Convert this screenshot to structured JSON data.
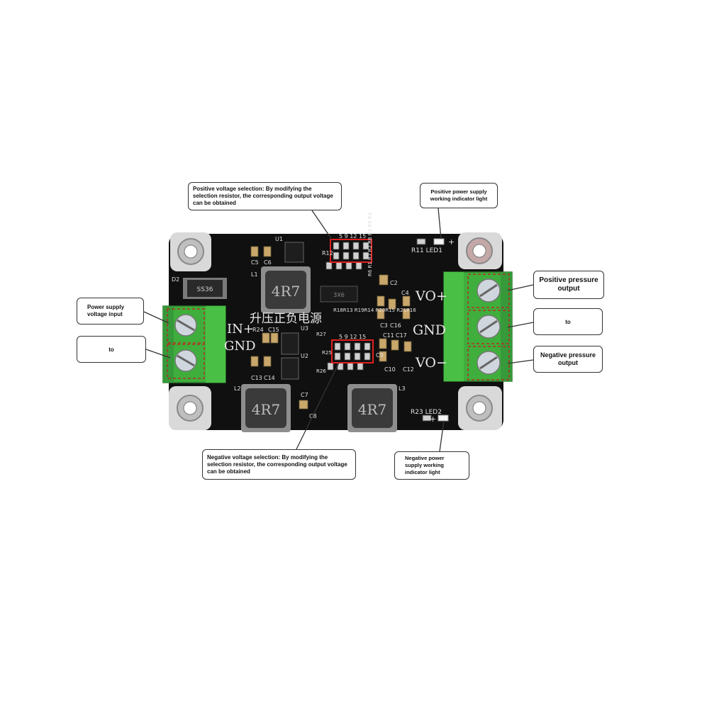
{
  "board": {
    "title_cn": "升压正负电源",
    "silkscreen": {
      "in_plus": "IN+",
      "gnd_in": "GND",
      "vo_plus": "VO+",
      "gnd_out": "GND",
      "vo_minus": "VO−",
      "inductor_marking": "4R7",
      "diode_marking": "SS36",
      "chip_marking": "3X6",
      "pos_select_numbers": "5 9 12 15",
      "neg_select_numbers": "5 9 12 15",
      "r1_to_r4": "R6 R1 R7 R2 R8 R3 R9 R4",
      "led1_label": "R11  LED1",
      "led2_label": "R23   LED2",
      "l1": "L1",
      "l2": "L2",
      "l3": "L3",
      "d2": "D2",
      "c5": "C5",
      "c6": "C6",
      "u1": "U1",
      "u2": "U2",
      "u3": "U3",
      "r24": "R24",
      "c15": "C15",
      "c13": "C13",
      "c14": "C14",
      "c7": "C7",
      "c8": "C8",
      "r25": "R25",
      "r26": "R26",
      "r27": "R27",
      "c2": "C2",
      "c3": "C3",
      "c4": "C4",
      "c9": "C9",
      "c10": "C10",
      "c11": "C11",
      "c12": "C12",
      "c16": "C16",
      "c17": "C17",
      "r12": "R12",
      "r13_r16": "R18R13 R19R14 R20R15 R21R16",
      "plus": "+",
      "plus2": "+"
    }
  },
  "callouts": {
    "pos_select": "Positive voltage selection: By modifying the selection resistor, the corresponding output voltage can be obtained",
    "pos_led": "Positive power supply working indicator light",
    "power_input": "Power supply voltage input",
    "to_left": "to",
    "pos_output": "Positive pressure output",
    "to_right": "to",
    "neg_output": "Negative pressure output",
    "neg_select": "Negative voltage selection: By modifying the selection resistor, the corresponding output voltage can be obtained",
    "neg_led": "Negative power supply working indicator light"
  },
  "colors": {
    "pcb": "#101010",
    "terminal_green": "#3fae3c",
    "highlight_red": "#e02020",
    "highlight_dashed": "#b03020",
    "silk": "#e8e8e8",
    "inductor_metal": "#9a9a9a"
  }
}
